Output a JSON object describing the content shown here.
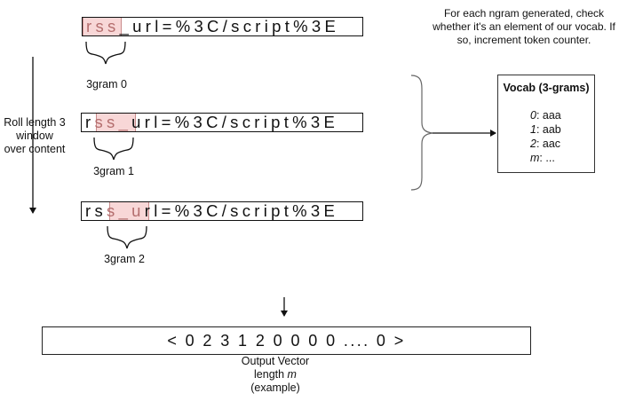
{
  "top_note": [
    "For each ngram generated, check",
    "whether it's an element of our vocab. If",
    "so, increment token counter."
  ],
  "roll_label": [
    "Roll length 3",
    "window",
    "over content"
  ],
  "strips": [
    {
      "prefix": "",
      "window": "rss",
      "suffix": "_url=%3C/script%3E",
      "label": "3gram 0"
    },
    {
      "prefix": "r",
      "window": "ss_",
      "suffix": "url=%3C/script%3E",
      "label": "3gram 1"
    },
    {
      "prefix": "rs",
      "window": "s_u",
      "suffix": "rl=%3C/script%3E",
      "label": "3gram 2"
    }
  ],
  "vocab": {
    "title": "Vocab (3-grams)",
    "rows": [
      {
        "index": "0",
        "value": ": aaa"
      },
      {
        "index": "1",
        "value": ": aab"
      },
      {
        "index": "2",
        "value": ": aac"
      },
      {
        "index": "m",
        "value": ":   ..."
      }
    ]
  },
  "output": {
    "vector": "< 0 2 3 1 2 0 0 0 0 .... 0 >",
    "label_line1": "Output Vector",
    "label_line2_prefix": "length ",
    "label_line2_var": "m",
    "label_line3": "(example)"
  }
}
